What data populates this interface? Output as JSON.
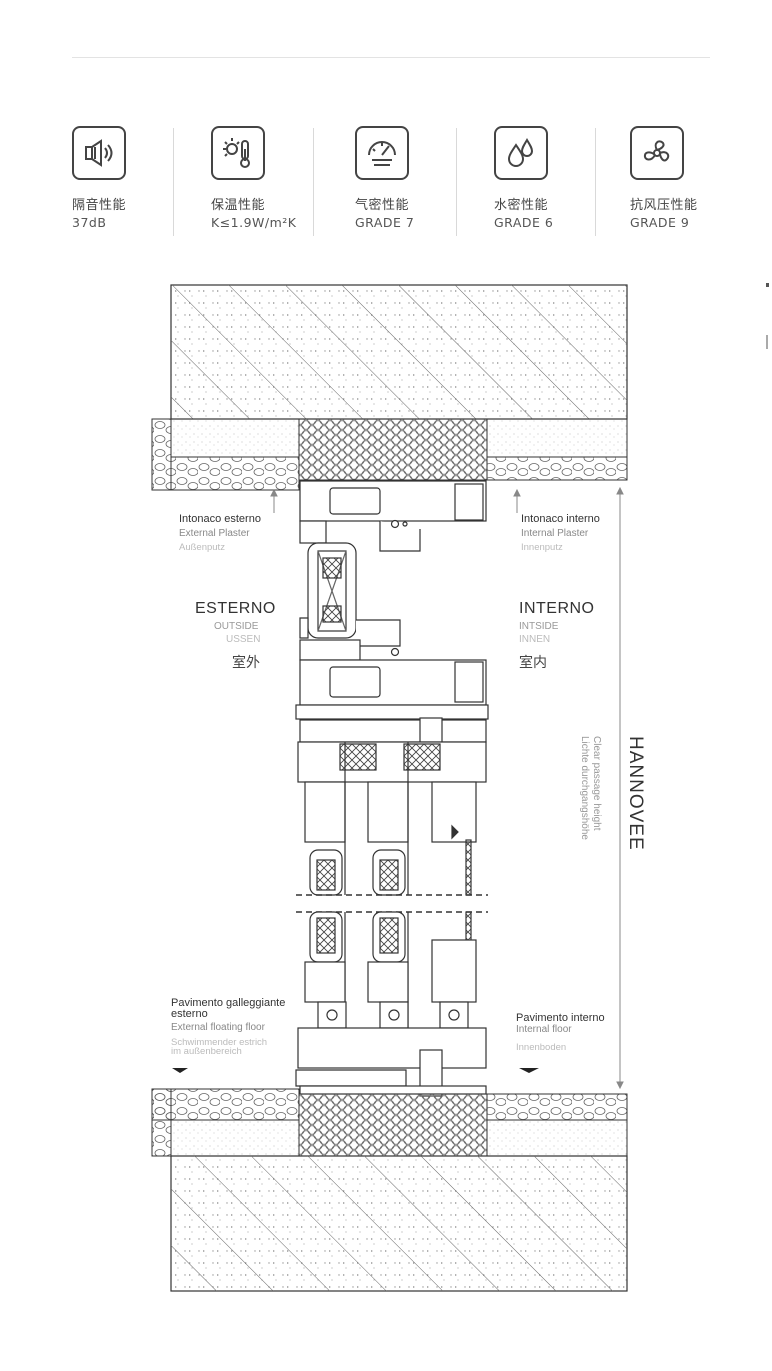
{
  "features": [
    {
      "icon": "sound-insulation-icon",
      "name": "隔音性能",
      "value": "37dB"
    },
    {
      "icon": "thermal-insulation-icon",
      "name": "保温性能",
      "value": "K≤1.9W/m²K"
    },
    {
      "icon": "air-tightness-icon",
      "name": "气密性能",
      "value": "GRADE 7"
    },
    {
      "icon": "water-tightness-icon",
      "name": "水密性能",
      "value": "GRADE 6"
    },
    {
      "icon": "wind-pressure-icon",
      "name": "抗风压性能",
      "value": "GRADE 9"
    }
  ],
  "labels": {
    "ext_plaster": [
      "Intonaco esterno",
      "External Plaster",
      "Außenputz"
    ],
    "int_plaster": [
      "Intonaco interno",
      "Internal Plaster",
      "Innenputz"
    ],
    "outside": [
      "ESTERNO",
      "OUTSIDE",
      "USSEN",
      "室外"
    ],
    "inside": [
      "INTERNO",
      "INTSIDE",
      "INNEN",
      "室内"
    ],
    "ext_floor": [
      "Pavimento galleggiante",
      "esterno",
      "External floating floor",
      "Schwimmender estrich",
      "im außenbereich"
    ],
    "int_floor": [
      "Pavimento interno",
      "Internal floor",
      "Innenboden"
    ],
    "height": [
      "Clear passage height",
      "Lichte durchgangshöhe"
    ],
    "brand": "HANNOVEE"
  }
}
